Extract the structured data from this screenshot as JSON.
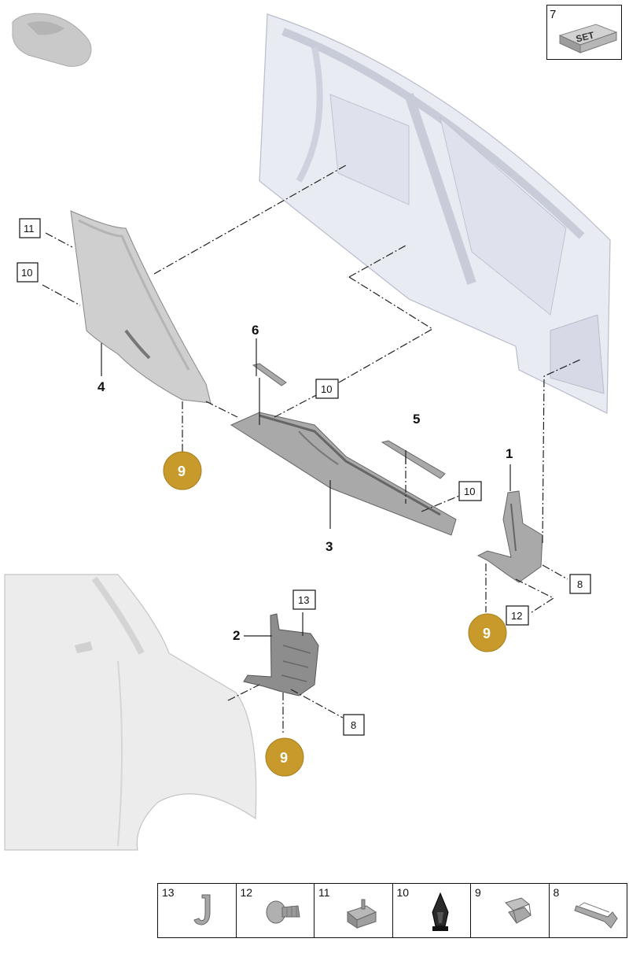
{
  "set_box": {
    "number": "7",
    "label": "SET"
  },
  "callouts": {
    "p1": "1",
    "p2": "2",
    "p3": "3",
    "p4": "4",
    "p5": "5",
    "p6": "6"
  },
  "boxed_labels": {
    "b11": "11",
    "b10a": "10",
    "b10b": "10",
    "b10c": "10",
    "b8a": "8",
    "b8b": "8",
    "b12": "12",
    "b13": "13"
  },
  "badges": {
    "a": "9",
    "b": "9",
    "c": "9"
  },
  "legend": [
    {
      "number": "13",
      "icon": "hose-clip-icon"
    },
    {
      "number": "12",
      "icon": "screw-icon"
    },
    {
      "number": "11",
      "icon": "clip-nut-icon"
    },
    {
      "number": "10",
      "icon": "push-clip-icon"
    },
    {
      "number": "9",
      "icon": "spring-clip-icon"
    },
    {
      "number": "8",
      "icon": "retainer-clip-icon"
    }
  ],
  "colors": {
    "badge": "#c79a2b",
    "line": "#222222",
    "body_panel": "#e9ebf3"
  }
}
